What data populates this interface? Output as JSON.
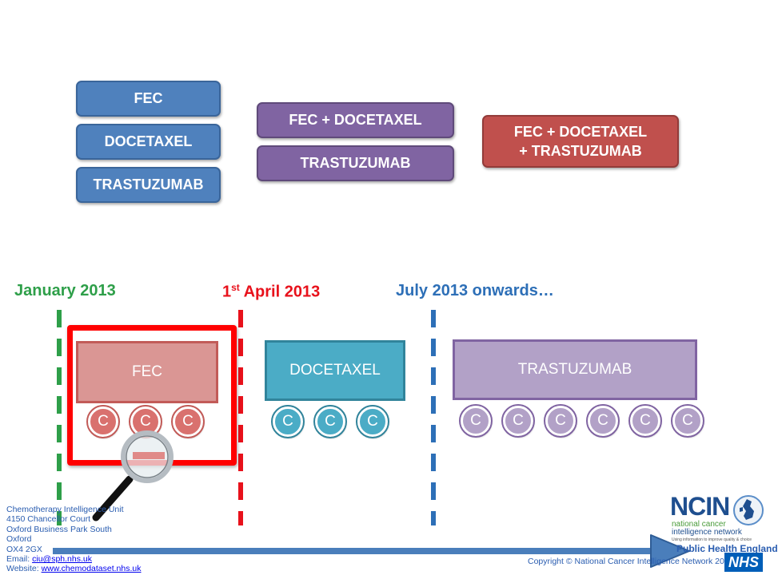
{
  "top_groups": {
    "separate": [
      "FEC",
      "DOCETAXEL",
      "TRASTUZUMAB"
    ],
    "combined": [
      "FEC + DOCETAXEL",
      "TRASTUZUMAB"
    ],
    "single_line1": "FEC + DOCETAXEL",
    "single_line2": "+ TRASTUZUMAB"
  },
  "timeline": {
    "january": {
      "label": "January 2013",
      "color": "#2e9f49"
    },
    "april": {
      "num": "1",
      "sup": "st",
      "rest": " April 2013",
      "color": "#e8111b"
    },
    "july": {
      "label": "July 2013 onwards…",
      "color": "#2d6fb7"
    }
  },
  "regimens": {
    "fec": {
      "label": "FEC",
      "cycles": [
        "C",
        "C",
        "C"
      ]
    },
    "docetaxel": {
      "label": "DOCETAXEL",
      "cycles": [
        "C",
        "C",
        "C"
      ]
    },
    "trastuzumab": {
      "label": "TRASTUZUMAB",
      "cycles": [
        "C",
        "C",
        "C",
        "C",
        "C",
        "C"
      ]
    }
  },
  "contact": {
    "line1": "Chemotherapy Intelligence Unit",
    "line2": "4150 Chancellor Court",
    "line3": "Oxford Business Park South",
    "line4": "Oxford",
    "line5": "OX4 2GX",
    "email_label": "Email:",
    "email": "ciu@sph.nhs.uk",
    "website_label": "Website:",
    "website": "www.chemodataset.nhs.uk"
  },
  "footer": {
    "ncin": "NCIN",
    "ncin_sub1": "national cancer",
    "ncin_sub2": "intelligence network",
    "ncin_tag": "Using information to improve quality & choice",
    "phe": "Public Health England",
    "nhs": "NHS",
    "copyright": "Copyright © National Cancer Intelligence Network 2013"
  },
  "colors": {
    "blue": "#4f81bd",
    "purple": "#8064a2",
    "red": "#c0504d",
    "highlight_red": "#ff0000",
    "arrow": "#4a7ebb"
  },
  "icons": [
    "magnifier-icon",
    "arrow-icon",
    "uk-map-icon"
  ]
}
